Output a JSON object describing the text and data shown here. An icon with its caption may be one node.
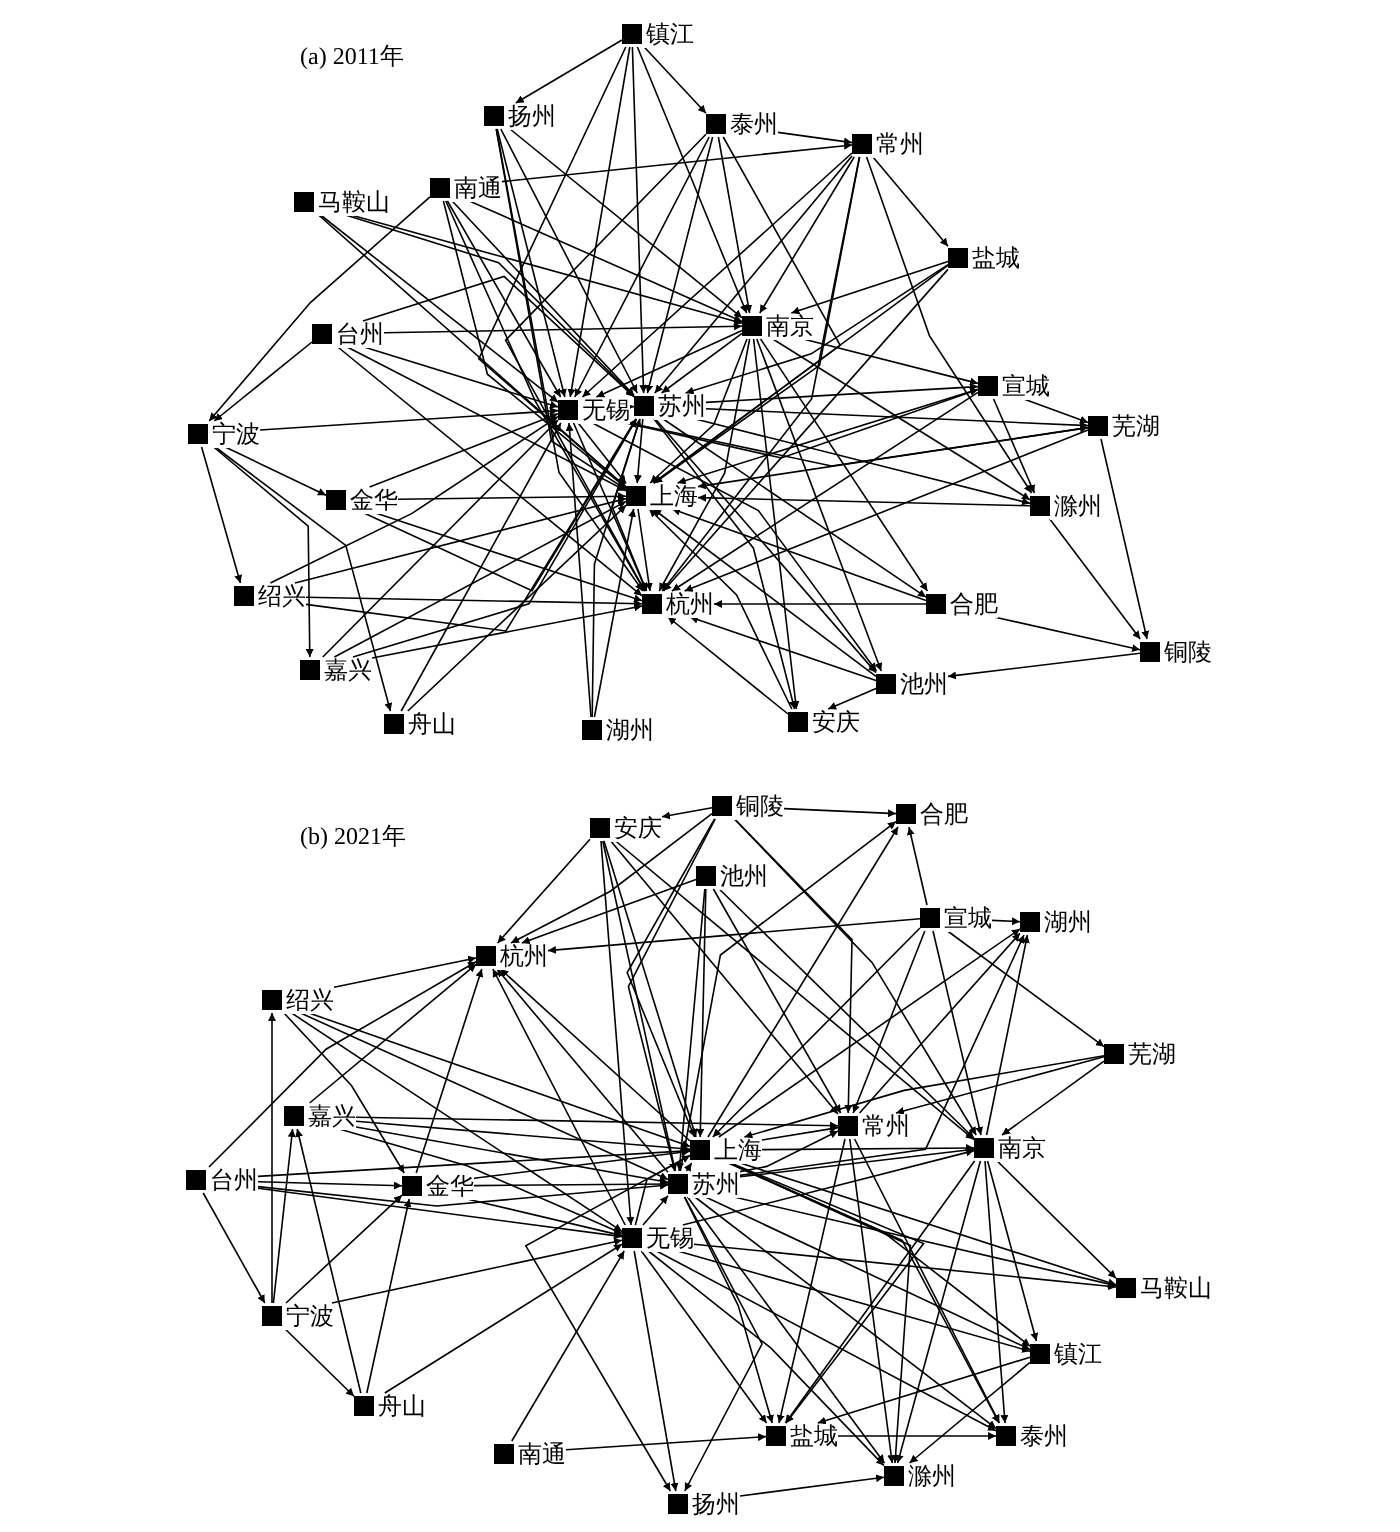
{
  "diagram": {
    "nodes": [
      {
        "text": [
          "镇江"
        ]
      },
      {
        "text": [
          "扬州"
        ]
      },
      {
        "text": [
          "泰州"
        ]
      },
      {
        "text": [
          "常州"
        ]
      },
      {
        "text": [
          "马鞍山"
        ]
      },
      {
        "text": [
          "南通"
        ]
      },
      {
        "text": [
          "盐城"
        ]
      },
      {
        "text": [
          "南京"
        ]
      },
      {
        "text": [
          "台州"
        ]
      },
      {
        "text": [
          "无锡"
        ]
      },
      {
        "text": [
          "苏州"
        ]
      },
      {
        "text": [
          "宣城"
        ]
      },
      {
        "text": [
          "芜湖"
        ]
      },
      {
        "text": [
          "宁波"
        ]
      },
      {
        "text": [
          "金华"
        ]
      },
      {
        "text": [
          "上海"
        ]
      },
      {
        "text": [
          "滁州"
        ]
      },
      {
        "text": [
          "绍兴"
        ]
      },
      {
        "text": [
          "杭州"
        ]
      },
      {
        "text": [
          "合肥"
        ]
      },
      {
        "text": [
          "铜陵"
        ]
      },
      {
        "text": [
          "嘉兴"
        ]
      },
      {
        "text": [
          "舟山"
        ]
      },
      {
        "text": [
          "湖州"
        ]
      },
      {
        "text": [
          "安庆"
        ]
      },
      {
        "text": [
          "池州"
        ]
      },
      {
        "text": [
          "安庆"
        ]
      },
      {
        "text": [
          "铜陵"
        ]
      },
      {
        "text": [
          "合肥"
        ]
      },
      {
        "text": [
          "池州"
        ]
      },
      {
        "text": [
          "宣城"
        ]
      },
      {
        "text": [
          "湖州"
        ]
      },
      {
        "text": [
          "杭州"
        ]
      },
      {
        "text": [
          "绍兴"
        ]
      },
      {
        "text": [
          "芜湖"
        ]
      },
      {
        "text": [
          "嘉兴"
        ]
      },
      {
        "text": [
          "常州"
        ]
      },
      {
        "text": [
          "上海"
        ]
      },
      {
        "text": [
          "南京"
        ]
      },
      {
        "text": [
          "台州"
        ]
      },
      {
        "text": [
          "金华"
        ]
      },
      {
        "text": [
          "苏州"
        ]
      },
      {
        "text": [
          "无锡"
        ]
      },
      {
        "text": [
          "马鞍山"
        ]
      },
      {
        "text": [
          "宁波"
        ]
      },
      {
        "text": [
          "镇江"
        ]
      },
      {
        "text": [
          "舟山"
        ]
      },
      {
        "text": [
          "盐城"
        ]
      },
      {
        "text": [
          "泰州"
        ]
      },
      {
        "text": [
          "南通"
        ]
      },
      {
        "text": [
          "滁州"
        ]
      },
      {
        "text": [
          "扬州"
        ]
      }
    ],
    "edges": [
      {
        "from": 0,
        "to": 1,
        "arrow": "to"
      },
      {
        "from": 0,
        "to": 2,
        "arrow": "to"
      },
      {
        "from": 0,
        "to": 9,
        "arrow": "to"
      },
      {
        "from": 0,
        "to": 10,
        "arrow": "to"
      },
      {
        "from": 0,
        "to": 7,
        "arrow": "to"
      },
      {
        "from": 0,
        "to": 15,
        "arrow": "to"
      },
      {
        "from": 1,
        "to": 9,
        "arrow": "to"
      },
      {
        "from": 1,
        "to": 10,
        "arrow": "to"
      },
      {
        "from": 1,
        "to": 15,
        "arrow": "to"
      },
      {
        "from": 1,
        "to": 7,
        "arrow": "to"
      },
      {
        "from": 1,
        "to": 18,
        "arrow": "to"
      },
      {
        "from": 2,
        "to": 3,
        "arrow": "to"
      },
      {
        "from": 2,
        "to": 7,
        "arrow": "to"
      },
      {
        "from": 2,
        "to": 9,
        "arrow": "to"
      },
      {
        "from": 2,
        "to": 10,
        "arrow": "to"
      },
      {
        "from": 2,
        "to": 15,
        "arrow": "to"
      },
      {
        "from": 2,
        "to": 18,
        "arrow": "to"
      },
      {
        "from": 3,
        "to": 6,
        "arrow": "to"
      },
      {
        "from": 3,
        "to": 16,
        "arrow": "to"
      },
      {
        "from": 3,
        "to": 7,
        "arrow": "to"
      },
      {
        "from": 3,
        "to": 10,
        "arrow": "to"
      },
      {
        "from": 3,
        "to": 9,
        "arrow": "to"
      },
      {
        "from": 3,
        "to": 15,
        "arrow": "to"
      },
      {
        "from": 3,
        "to": 18,
        "arrow": "to"
      },
      {
        "from": 5,
        "to": 3,
        "arrow": "to"
      },
      {
        "from": 4,
        "to": 9,
        "arrow": "to"
      },
      {
        "from": 4,
        "to": 10,
        "arrow": "to"
      },
      {
        "from": 4,
        "to": 15,
        "arrow": "to"
      },
      {
        "from": 4,
        "to": 7,
        "arrow": "to"
      },
      {
        "from": 5,
        "to": 13,
        "arrow": "to"
      },
      {
        "from": 5,
        "to": 9,
        "arrow": "to"
      },
      {
        "from": 5,
        "to": 10,
        "arrow": "to"
      },
      {
        "from": 5,
        "to": 15,
        "arrow": "to"
      },
      {
        "from": 5,
        "to": 7,
        "arrow": "to"
      },
      {
        "from": 5,
        "to": 18,
        "arrow": "to"
      },
      {
        "from": 6,
        "to": 7,
        "arrow": "to"
      },
      {
        "from": 6,
        "to": 10,
        "arrow": "to"
      },
      {
        "from": 6,
        "to": 15,
        "arrow": "to"
      },
      {
        "from": 6,
        "to": 18,
        "arrow": "to"
      },
      {
        "from": 7,
        "to": 11,
        "arrow": "to"
      },
      {
        "from": 7,
        "to": 16,
        "arrow": "to"
      },
      {
        "from": 7,
        "to": 19,
        "arrow": "to"
      },
      {
        "from": 7,
        "to": 25,
        "arrow": "to"
      },
      {
        "from": 7,
        "to": 24,
        "arrow": "to"
      },
      {
        "from": 7,
        "to": 9,
        "arrow": "to"
      },
      {
        "from": 7,
        "to": 10,
        "arrow": "to"
      },
      {
        "from": 7,
        "to": 15,
        "arrow": "to"
      },
      {
        "from": 7,
        "to": 18,
        "arrow": "to"
      },
      {
        "from": 8,
        "to": 7,
        "arrow": "to"
      },
      {
        "from": 8,
        "to": 13,
        "arrow": "to"
      },
      {
        "from": 8,
        "to": 9,
        "arrow": "to"
      },
      {
        "from": 8,
        "to": 10,
        "arrow": "to"
      },
      {
        "from": 8,
        "to": 15,
        "arrow": "to"
      },
      {
        "from": 8,
        "to": 18,
        "arrow": "to"
      },
      {
        "from": 13,
        "to": 9,
        "arrow": "to"
      },
      {
        "from": 14,
        "to": 9,
        "arrow": "to"
      },
      {
        "from": 17,
        "to": 9,
        "arrow": "to"
      },
      {
        "from": 21,
        "to": 9,
        "arrow": "to"
      },
      {
        "from": 22,
        "to": 9,
        "arrow": "to"
      },
      {
        "from": 23,
        "to": 9,
        "arrow": "to"
      },
      {
        "from": 9,
        "to": 10,
        "arrow": "to"
      },
      {
        "from": 9,
        "to": 15,
        "arrow": "to"
      },
      {
        "from": 9,
        "to": 18,
        "arrow": "to"
      },
      {
        "from": 9,
        "to": 11,
        "arrow": "to"
      },
      {
        "from": 9,
        "to": 12,
        "arrow": "to"
      },
      {
        "from": 9,
        "to": 25,
        "arrow": "to"
      },
      {
        "from": 10,
        "to": 11,
        "arrow": "to"
      },
      {
        "from": 10,
        "to": 12,
        "arrow": "to"
      },
      {
        "from": 10,
        "to": 16,
        "arrow": "to"
      },
      {
        "from": 10,
        "to": 19,
        "arrow": "to"
      },
      {
        "from": 10,
        "to": 25,
        "arrow": "to"
      },
      {
        "from": 10,
        "to": 24,
        "arrow": "to"
      },
      {
        "from": 10,
        "to": 15,
        "arrow": "to"
      },
      {
        "from": 10,
        "to": 18,
        "arrow": "to"
      },
      {
        "from": 21,
        "to": 10,
        "arrow": "to"
      },
      {
        "from": 17,
        "to": 10,
        "arrow": "to"
      },
      {
        "from": 23,
        "to": 10,
        "arrow": "to"
      },
      {
        "from": 14,
        "to": 10,
        "arrow": "to"
      },
      {
        "from": 11,
        "to": 12,
        "arrow": "to"
      },
      {
        "from": 11,
        "to": 16,
        "arrow": "to"
      },
      {
        "from": 11,
        "to": 15,
        "arrow": "to"
      },
      {
        "from": 11,
        "to": 18,
        "arrow": "to"
      },
      {
        "from": 12,
        "to": 20,
        "arrow": "to"
      },
      {
        "from": 12,
        "to": 15,
        "arrow": "to"
      },
      {
        "from": 12,
        "to": 18,
        "arrow": "to"
      },
      {
        "from": 13,
        "to": 14,
        "arrow": "to"
      },
      {
        "from": 13,
        "to": 17,
        "arrow": "to"
      },
      {
        "from": 13,
        "to": 21,
        "arrow": "to"
      },
      {
        "from": 13,
        "to": 22,
        "arrow": "to"
      },
      {
        "from": 14,
        "to": 15,
        "arrow": "to"
      },
      {
        "from": 14,
        "to": 18,
        "arrow": "to"
      },
      {
        "from": 16,
        "to": 15,
        "arrow": "to"
      },
      {
        "from": 19,
        "to": 15,
        "arrow": "to"
      },
      {
        "from": 25,
        "to": 15,
        "arrow": "to"
      },
      {
        "from": 24,
        "to": 15,
        "arrow": "to"
      },
      {
        "from": 15,
        "to": 18,
        "arrow": "to"
      },
      {
        "from": 17,
        "to": 15,
        "arrow": "to"
      },
      {
        "from": 21,
        "to": 15,
        "arrow": "to"
      },
      {
        "from": 22,
        "to": 15,
        "arrow": "to"
      },
      {
        "from": 23,
        "to": 15,
        "arrow": "to"
      },
      {
        "from": 16,
        "to": 20,
        "arrow": "to"
      },
      {
        "from": 19,
        "to": 18,
        "arrow": "to"
      },
      {
        "from": 25,
        "to": 18,
        "arrow": "to"
      },
      {
        "from": 24,
        "to": 18,
        "arrow": "to"
      },
      {
        "from": 17,
        "to": 18,
        "arrow": "to"
      },
      {
        "from": 21,
        "to": 18,
        "arrow": "to"
      },
      {
        "from": 19,
        "to": 20,
        "arrow": "to"
      },
      {
        "from": 20,
        "to": 25,
        "arrow": "to"
      },
      {
        "from": 25,
        "to": 24,
        "arrow": "to"
      },
      {
        "from": 27,
        "to": 26,
        "arrow": "to"
      },
      {
        "from": 26,
        "to": 32,
        "arrow": "to"
      },
      {
        "from": 26,
        "to": 37,
        "arrow": "to"
      },
      {
        "from": 26,
        "to": 41,
        "arrow": "to"
      },
      {
        "from": 26,
        "to": 42,
        "arrow": "to"
      },
      {
        "from": 26,
        "to": 38,
        "arrow": "to"
      },
      {
        "from": 26,
        "to": 36,
        "arrow": "to"
      },
      {
        "from": 27,
        "to": 28,
        "arrow": "to"
      },
      {
        "from": 27,
        "to": 32,
        "arrow": "to"
      },
      {
        "from": 27,
        "to": 37,
        "arrow": "to"
      },
      {
        "from": 27,
        "to": 41,
        "arrow": "to"
      },
      {
        "from": 27,
        "to": 38,
        "arrow": "to"
      },
      {
        "from": 27,
        "to": 36,
        "arrow": "to"
      },
      {
        "from": 30,
        "to": 28,
        "arrow": "to"
      },
      {
        "from": 37,
        "to": 28,
        "arrow": "to"
      },
      {
        "from": 41,
        "to": 28,
        "arrow": "to"
      },
      {
        "from": 29,
        "to": 32,
        "arrow": "to"
      },
      {
        "from": 29,
        "to": 37,
        "arrow": "to"
      },
      {
        "from": 29,
        "to": 41,
        "arrow": "to"
      },
      {
        "from": 29,
        "to": 36,
        "arrow": "to"
      },
      {
        "from": 29,
        "to": 38,
        "arrow": "to"
      },
      {
        "from": 30,
        "to": 31,
        "arrow": "to"
      },
      {
        "from": 30,
        "to": 32,
        "arrow": "to"
      },
      {
        "from": 30,
        "to": 36,
        "arrow": "to"
      },
      {
        "from": 30,
        "to": 38,
        "arrow": "to"
      },
      {
        "from": 30,
        "to": 37,
        "arrow": "to"
      },
      {
        "from": 30,
        "to": 34,
        "arrow": "to"
      },
      {
        "from": 37,
        "to": 31,
        "arrow": "to"
      },
      {
        "from": 41,
        "to": 31,
        "arrow": "to"
      },
      {
        "from": 36,
        "to": 31,
        "arrow": "to"
      },
      {
        "from": 38,
        "to": 31,
        "arrow": "to"
      },
      {
        "from": 33,
        "to": 32,
        "arrow": "to"
      },
      {
        "from": 35,
        "to": 32,
        "arrow": "to"
      },
      {
        "from": 40,
        "to": 32,
        "arrow": "to"
      },
      {
        "from": 39,
        "to": 32,
        "arrow": "to"
      },
      {
        "from": 37,
        "to": 32,
        "arrow": "to"
      },
      {
        "from": 41,
        "to": 32,
        "arrow": "to"
      },
      {
        "from": 42,
        "to": 32,
        "arrow": "to"
      },
      {
        "from": 44,
        "to": 33,
        "arrow": "to"
      },
      {
        "from": 33,
        "to": 40,
        "arrow": "to"
      },
      {
        "from": 33,
        "to": 37,
        "arrow": "to"
      },
      {
        "from": 33,
        "to": 41,
        "arrow": "to"
      },
      {
        "from": 33,
        "to": 42,
        "arrow": "to"
      },
      {
        "from": 34,
        "to": 36,
        "arrow": "to"
      },
      {
        "from": 34,
        "to": 38,
        "arrow": "to"
      },
      {
        "from": 34,
        "to": 37,
        "arrow": "to"
      },
      {
        "from": 44,
        "to": 35,
        "arrow": "to"
      },
      {
        "from": 46,
        "to": 35,
        "arrow": "to"
      },
      {
        "from": 35,
        "to": 37,
        "arrow": "to"
      },
      {
        "from": 35,
        "to": 41,
        "arrow": "to"
      },
      {
        "from": 35,
        "to": 42,
        "arrow": "to"
      },
      {
        "from": 35,
        "to": 36,
        "arrow": "to"
      },
      {
        "from": 37,
        "to": 36,
        "arrow": "to"
      },
      {
        "from": 41,
        "to": 36,
        "arrow": "to"
      },
      {
        "from": 36,
        "to": 47,
        "arrow": "to"
      },
      {
        "from": 36,
        "to": 50,
        "arrow": "to"
      },
      {
        "from": 36,
        "to": 48,
        "arrow": "to"
      },
      {
        "from": 37,
        "to": 38,
        "arrow": "to"
      },
      {
        "from": 41,
        "to": 37,
        "arrow": "to"
      },
      {
        "from": 42,
        "to": 37,
        "arrow": "to"
      },
      {
        "from": 40,
        "to": 37,
        "arrow": "to"
      },
      {
        "from": 39,
        "to": 37,
        "arrow": "to"
      },
      {
        "from": 37,
        "to": 43,
        "arrow": "to"
      },
      {
        "from": 37,
        "to": 45,
        "arrow": "to"
      },
      {
        "from": 37,
        "to": 47,
        "arrow": "to"
      },
      {
        "from": 37,
        "to": 50,
        "arrow": "to"
      },
      {
        "from": 37,
        "to": 48,
        "arrow": "to"
      },
      {
        "from": 37,
        "to": 51,
        "arrow": "to"
      },
      {
        "from": 41,
        "to": 38,
        "arrow": "to"
      },
      {
        "from": 42,
        "to": 38,
        "arrow": "to"
      },
      {
        "from": 38,
        "to": 43,
        "arrow": "to"
      },
      {
        "from": 38,
        "to": 45,
        "arrow": "to"
      },
      {
        "from": 38,
        "to": 47,
        "arrow": "to"
      },
      {
        "from": 38,
        "to": 50,
        "arrow": "to"
      },
      {
        "from": 38,
        "to": 48,
        "arrow": "to"
      },
      {
        "from": 39,
        "to": 44,
        "arrow": "to"
      },
      {
        "from": 39,
        "to": 40,
        "arrow": "to"
      },
      {
        "from": 39,
        "to": 42,
        "arrow": "to"
      },
      {
        "from": 39,
        "to": 41,
        "arrow": "to"
      },
      {
        "from": 44,
        "to": 40,
        "arrow": "to"
      },
      {
        "from": 46,
        "to": 40,
        "arrow": "to"
      },
      {
        "from": 40,
        "to": 41,
        "arrow": "to"
      },
      {
        "from": 40,
        "to": 42,
        "arrow": "to"
      },
      {
        "from": 42,
        "to": 41,
        "arrow": "to"
      },
      {
        "from": 41,
        "to": 43,
        "arrow": "to"
      },
      {
        "from": 41,
        "to": 45,
        "arrow": "to"
      },
      {
        "from": 41,
        "to": 47,
        "arrow": "to"
      },
      {
        "from": 41,
        "to": 50,
        "arrow": "to"
      },
      {
        "from": 41,
        "to": 48,
        "arrow": "to"
      },
      {
        "from": 41,
        "to": 51,
        "arrow": "to"
      },
      {
        "from": 44,
        "to": 42,
        "arrow": "to"
      },
      {
        "from": 46,
        "to": 42,
        "arrow": "to"
      },
      {
        "from": 49,
        "to": 42,
        "arrow": "to"
      },
      {
        "from": 42,
        "to": 43,
        "arrow": "to"
      },
      {
        "from": 42,
        "to": 45,
        "arrow": "to"
      },
      {
        "from": 42,
        "to": 47,
        "arrow": "to"
      },
      {
        "from": 42,
        "to": 50,
        "arrow": "to"
      },
      {
        "from": 42,
        "to": 48,
        "arrow": "to"
      },
      {
        "from": 42,
        "to": 51,
        "arrow": "to"
      },
      {
        "from": 44,
        "to": 46,
        "arrow": "to"
      },
      {
        "from": 45,
        "to": 47,
        "arrow": "to"
      },
      {
        "from": 45,
        "to": 50,
        "arrow": "to"
      },
      {
        "from": 49,
        "to": 47,
        "arrow": "to"
      },
      {
        "from": 47,
        "to": 48,
        "arrow": "to"
      },
      {
        "from": 51,
        "to": 50,
        "arrow": "to"
      }
    ],
    "labels": [
      "(a) 2011年",
      "(b) 2021年"
    ]
  }
}
